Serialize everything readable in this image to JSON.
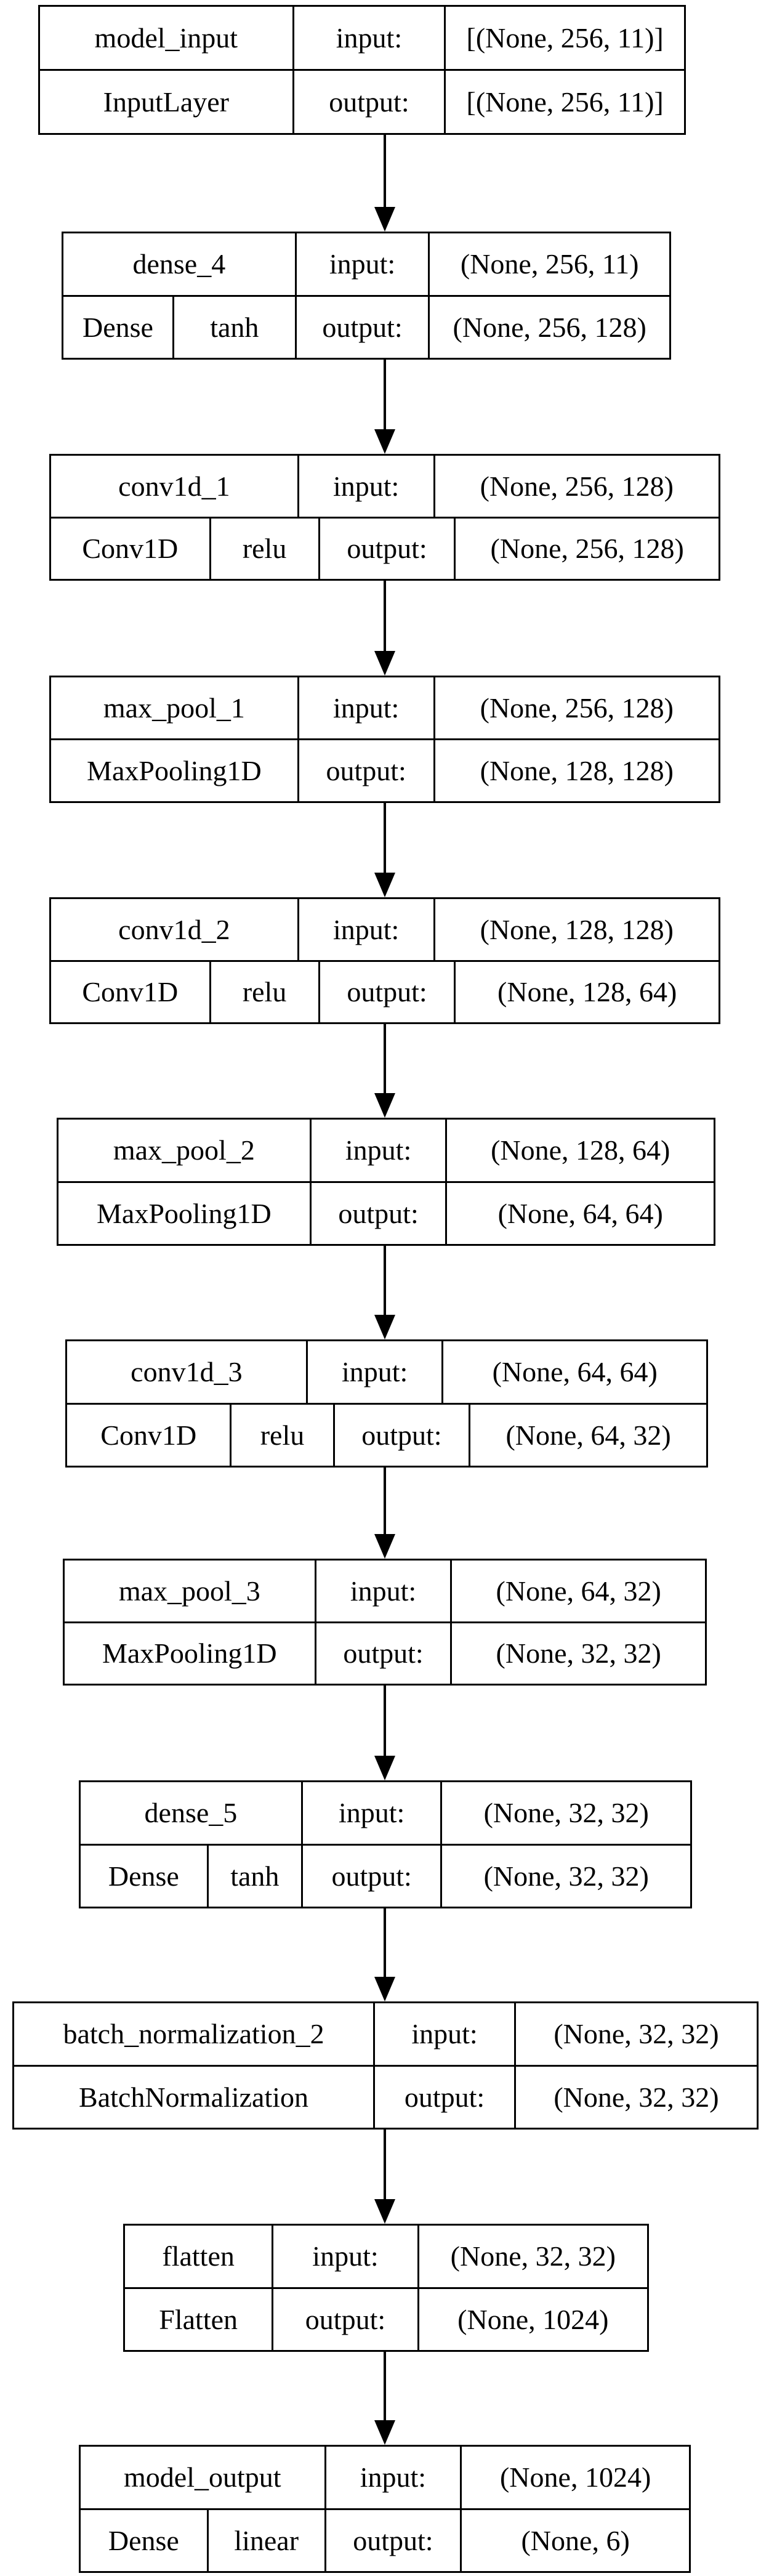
{
  "layers": [
    {
      "id": "model_input",
      "name": "model_input",
      "type": "InputLayer",
      "activation": "",
      "input": "[(None, 256, 11)]",
      "output": "[(None, 256, 11)]"
    },
    {
      "id": "dense_4",
      "name": "dense_4",
      "type": "Dense",
      "activation": "tanh",
      "input": "(None, 256, 11)",
      "output": "(None, 256, 128)"
    },
    {
      "id": "conv1d_1",
      "name": "conv1d_1",
      "type": "Conv1D",
      "activation": "relu",
      "input": "(None, 256, 128)",
      "output": "(None, 256, 128)"
    },
    {
      "id": "max_pool_1",
      "name": "max_pool_1",
      "type": "MaxPooling1D",
      "activation": "",
      "input": "(None, 256, 128)",
      "output": "(None, 128, 128)"
    },
    {
      "id": "conv1d_2",
      "name": "conv1d_2",
      "type": "Conv1D",
      "activation": "relu",
      "input": "(None, 128, 128)",
      "output": "(None, 128, 64)"
    },
    {
      "id": "max_pool_2",
      "name": "max_pool_2",
      "type": "MaxPooling1D",
      "activation": "",
      "input": "(None, 128, 64)",
      "output": "(None, 64, 64)"
    },
    {
      "id": "conv1d_3",
      "name": "conv1d_3",
      "type": "Conv1D",
      "activation": "relu",
      "input": "(None, 64, 64)",
      "output": "(None, 64, 32)"
    },
    {
      "id": "max_pool_3",
      "name": "max_pool_3",
      "type": "MaxPooling1D",
      "activation": "",
      "input": "(None, 64, 32)",
      "output": "(None, 32, 32)"
    },
    {
      "id": "dense_5",
      "name": "dense_5",
      "type": "Dense",
      "activation": "tanh",
      "input": "(None, 32, 32)",
      "output": "(None, 32, 32)"
    },
    {
      "id": "batch_normalization_2",
      "name": "batch_normalization_2",
      "type": "BatchNormalization",
      "activation": "",
      "input": "(None, 32, 32)",
      "output": "(None, 32, 32)"
    },
    {
      "id": "flatten",
      "name": "flatten",
      "type": "Flatten",
      "activation": "",
      "input": "(None, 32, 32)",
      "output": "(None, 1024)"
    },
    {
      "id": "model_output",
      "name": "model_output",
      "type": "Dense",
      "activation": "linear",
      "input": "(None, 1024)",
      "output": "(None, 6)"
    }
  ],
  "labels": {
    "input": "input:",
    "output": "output:"
  },
  "edges": [
    [
      "model_input",
      "dense_4"
    ],
    [
      "dense_4",
      "conv1d_1"
    ],
    [
      "conv1d_1",
      "max_pool_1"
    ],
    [
      "max_pool_1",
      "conv1d_2"
    ],
    [
      "conv1d_2",
      "max_pool_2"
    ],
    [
      "max_pool_2",
      "conv1d_3"
    ],
    [
      "conv1d_3",
      "max_pool_3"
    ],
    [
      "max_pool_3",
      "dense_5"
    ],
    [
      "dense_5",
      "batch_normalization_2"
    ],
    [
      "batch_normalization_2",
      "flatten"
    ],
    [
      "flatten",
      "model_output"
    ]
  ]
}
